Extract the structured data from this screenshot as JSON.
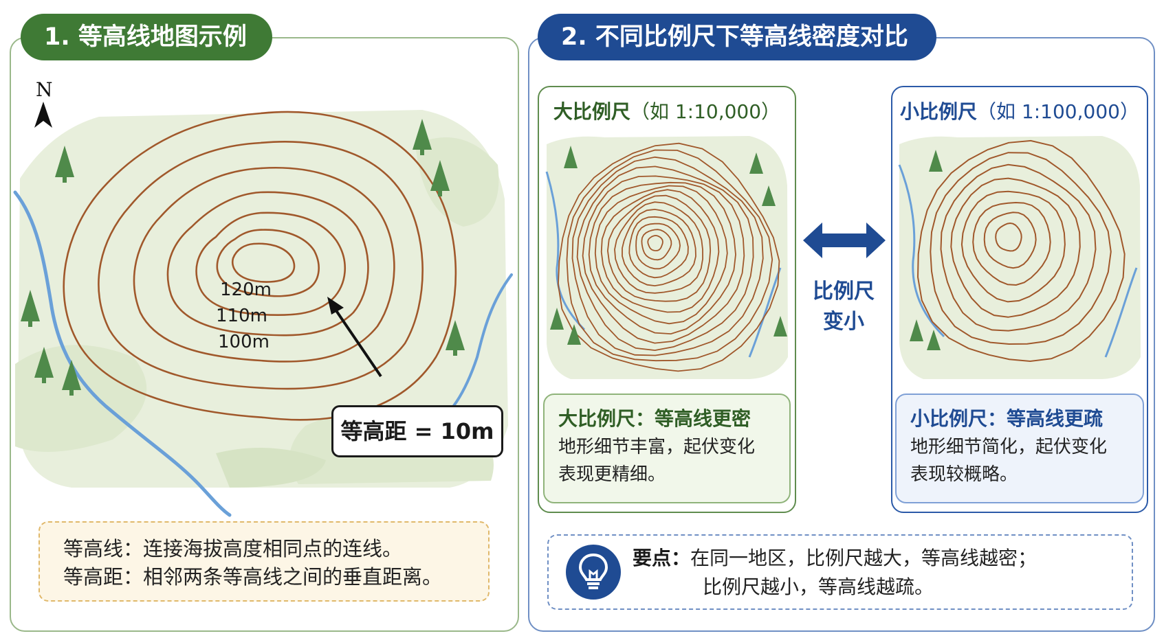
{
  "left_panel": {
    "title": "1. 等高线地图示例",
    "north_label": "N",
    "contour_labels": [
      "120m",
      "110m",
      "100m"
    ],
    "interval_label": "等高距 = 10m",
    "definitions": [
      "等高线：连接海拔高度相同点的连线。",
      "等高距：相邻两条等高线之间的垂直距离。"
    ]
  },
  "right_panel": {
    "title": "2. 不同比例尺下等高线密度对比",
    "large_scale": {
      "heading_main": "大比例尺",
      "heading_example": "（如 1:10,000）",
      "summary_title": "大比例尺：等高线更密",
      "summary_lines": [
        "地形细节丰富，起伏变化",
        "表现更精细。"
      ]
    },
    "small_scale": {
      "heading_main": "小比例尺",
      "heading_example": "（如 1:100,000）",
      "summary_title": "小比例尺：等高线更疏",
      "summary_lines": [
        "地形细节简化，起伏变化",
        "表现较概略。"
      ]
    },
    "arrow_label_lines": [
      "比例尺",
      "变小"
    ],
    "key_point": {
      "label": "要点：",
      "lines": [
        "在同一地区，比例尺越大，等高线越密；",
        "比例尺越小，等高线越疏。"
      ]
    }
  },
  "colors": {
    "green_title": "#3f7a35",
    "blue_title": "#1f4b93",
    "contour": "#a0582b",
    "river": "#6aa0d8",
    "land": "#e3ecd3",
    "tree": "#4f8a4a"
  },
  "icons": [
    "north-arrow-icon",
    "tree-icon",
    "lightbulb-icon",
    "double-arrow-icon"
  ]
}
